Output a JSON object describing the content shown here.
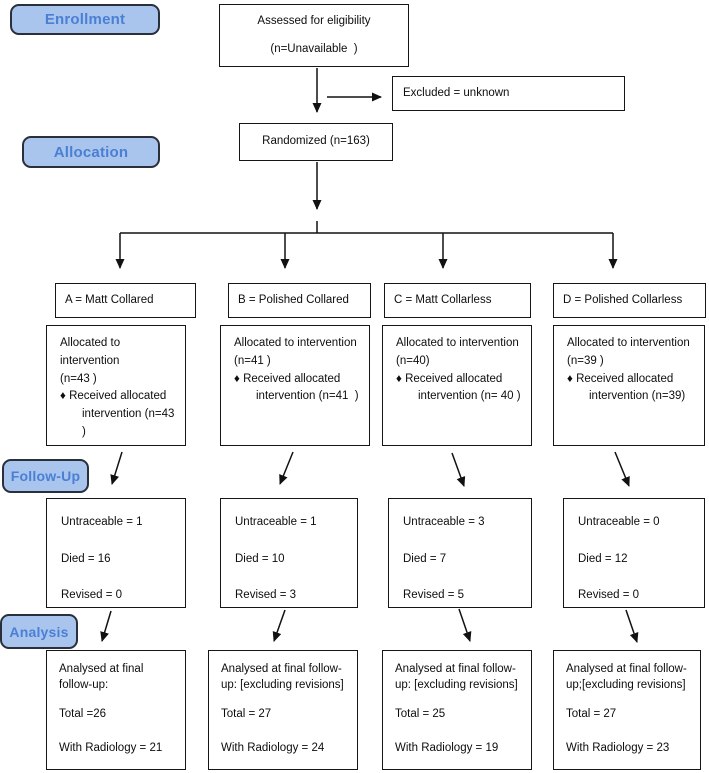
{
  "stages": {
    "enrollment": "Enrollment",
    "allocation": "Allocation",
    "followup": "Follow-Up",
    "analysis": "Analysis"
  },
  "top": {
    "assessed_title": "Assessed for eligibility",
    "assessed_n": "(n=Unavailable  )",
    "excluded": "Excluded = unknown",
    "randomized": "Randomized (n=163)"
  },
  "arms": [
    {
      "header": "A = Matt Collared",
      "allocated": {
        "line1": "Allocated to intervention",
        "line2": "(n=43 )",
        "line3": "♦ Received allocated",
        "line4": "intervention (n=43  )"
      },
      "followup": {
        "untraceable": "Untraceable = 1",
        "died": "Died = 16",
        "revised": "Revised = 0"
      },
      "analysis": {
        "title": "Analysed at final\nfollow-up:",
        "total": "Total =26",
        "radiology": "With Radiology = 21"
      }
    },
    {
      "header": "B = Polished Collared",
      "allocated": {
        "line1": "Allocated to intervention",
        "line2": "(n=41 )",
        "line3": "♦ Received allocated",
        "line4": "intervention (n=41  )"
      },
      "followup": {
        "untraceable": "Untraceable = 1",
        "died": "Died = 10",
        "revised": "Revised = 3"
      },
      "analysis": {
        "title": "Analysed at final follow-\nup: [excluding revisions]",
        "total": "Total = 27",
        "radiology": "With Radiology = 24"
      }
    },
    {
      "header": "C = Matt Collarless",
      "allocated": {
        "line1": "Allocated to intervention",
        "line2": "(n=40)",
        "line3": "♦ Received allocated",
        "line4": "intervention (n= 40 )"
      },
      "followup": {
        "untraceable": "Untraceable = 3",
        "died": "Died = 7",
        "revised": "Revised = 5"
      },
      "analysis": {
        "title": "Analysed at final follow-\nup: [excluding revisions]",
        "total": "Total = 25",
        "radiology": "With Radiology = 19"
      }
    },
    {
      "header": "D = Polished Collarless",
      "allocated": {
        "line1": "Allocated to intervention",
        "line2": "(n=39 )",
        "line3": "♦ Received allocated",
        "line4": "intervention (n=39)"
      },
      "followup": {
        "untraceable": "Untraceable = 0",
        "died": "Died = 12",
        "revised": "Revised = 0"
      },
      "analysis": {
        "title": "Analysed at final follow-\nup;[excluding revisions]",
        "total": "Total = 27",
        "radiology": "With Radiology = 23"
      }
    }
  ]
}
